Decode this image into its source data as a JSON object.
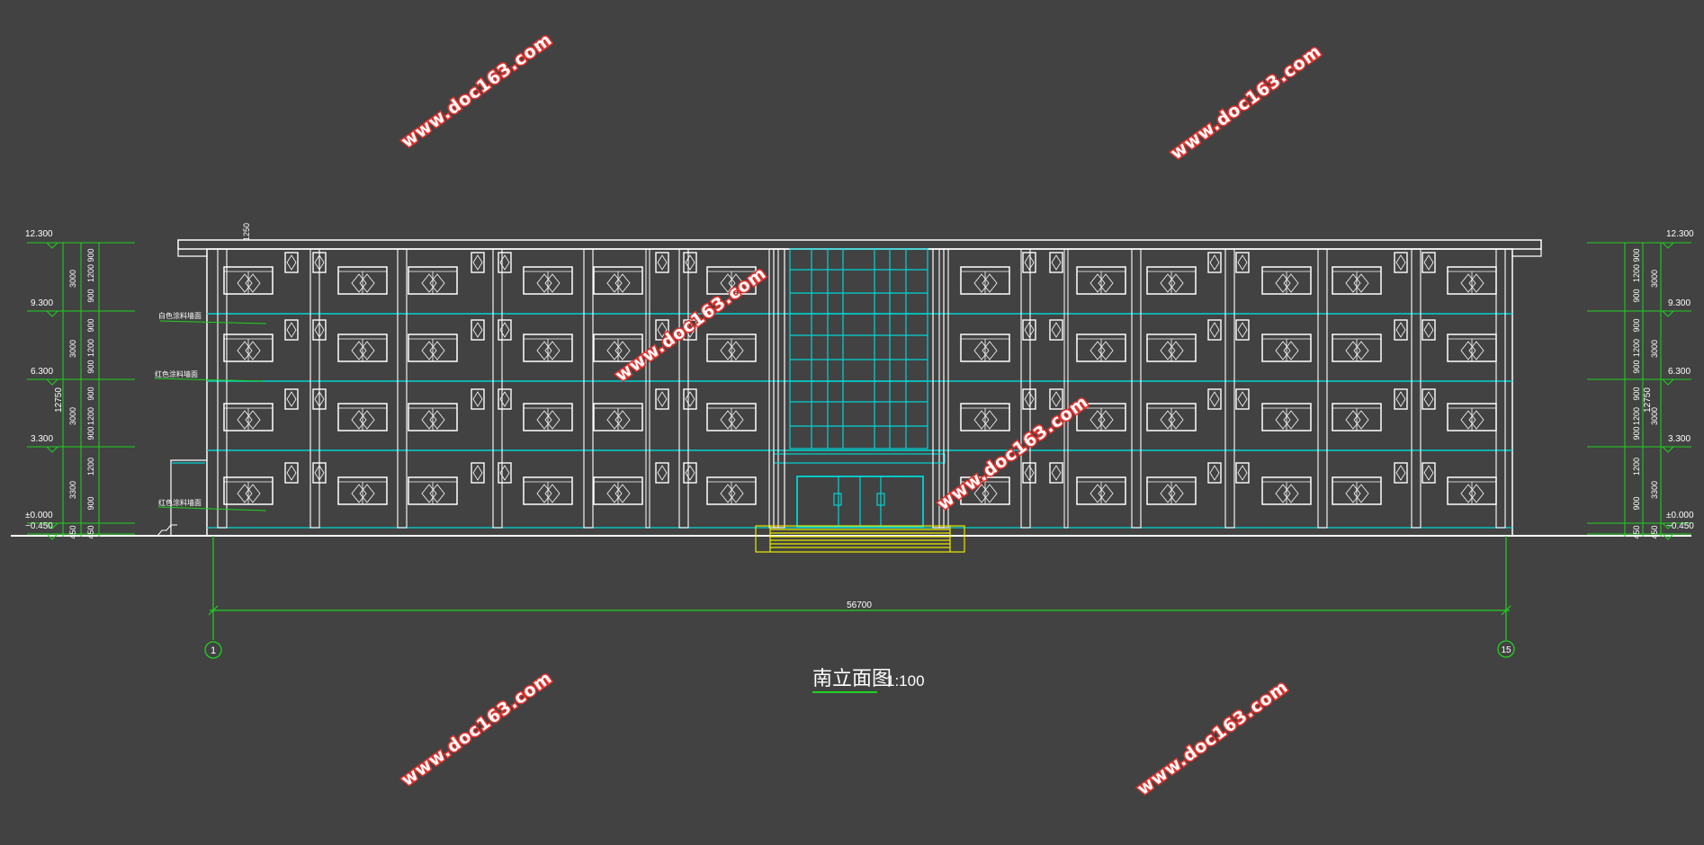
{
  "drawing": {
    "title": "南立面图",
    "scale": "1:100",
    "overall_dimension": "56700",
    "grid_start": "1",
    "grid_end": "15",
    "level_labels": [
      "12.300",
      "9.300",
      "6.300",
      "3.300",
      "±0.000",
      "−0.450"
    ],
    "left_dims_inner": [
      "900",
      "1200",
      "900",
      "900",
      "1200",
      "900",
      "900",
      "1200",
      "900",
      "1200",
      "900",
      "450"
    ],
    "left_dims_mid": [
      "3000",
      "3000",
      "3000",
      "3300",
      "450"
    ],
    "total_height": "12750",
    "parapet_dim": "1250",
    "annotations": [
      "白色涂料墙面",
      "红色涂料墙面",
      "红色涂料墙面"
    ],
    "watermark": "www.doc163.com",
    "colors": {
      "background": "#424242",
      "lines": "#ffffff",
      "accent_cyan": "#00d5d5",
      "dimension_green": "#1fd21f",
      "steps_yellow": "#e8e800",
      "watermark_red": "#e0322e"
    }
  }
}
